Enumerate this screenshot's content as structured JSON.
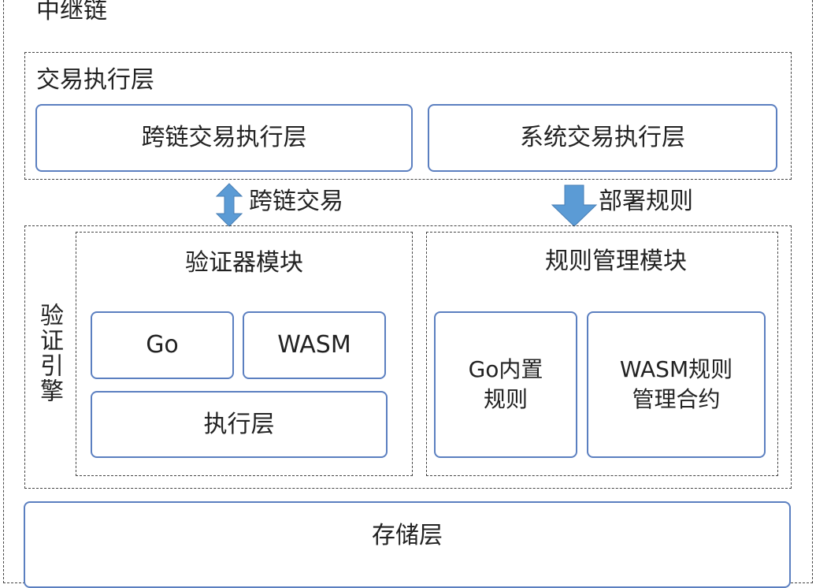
{
  "relay_chain": {
    "title": "中继链",
    "transaction_layer": {
      "title": "交易执行层",
      "boxes": [
        {
          "label": "跨链交易执行层"
        },
        {
          "label": "系统交易执行层"
        }
      ]
    },
    "connectors": [
      {
        "icon": "double-arrow-icon",
        "label": "跨链交易",
        "color": "#5b9bd5"
      },
      {
        "icon": "down-arrow-icon",
        "label": "部署规则",
        "color": "#5b9bd5"
      }
    ],
    "verification_engine": {
      "title": "验证引擎",
      "validator_module": {
        "title": "验证器模块",
        "items": [
          {
            "label": "Go"
          },
          {
            "label": "WASM"
          },
          {
            "label": "执行层"
          }
        ]
      },
      "rule_module": {
        "title": "规则管理模块",
        "items": [
          {
            "line1": "Go内置",
            "line2": "规则"
          },
          {
            "line1": "WASM规则",
            "line2": "管理合约"
          }
        ]
      }
    },
    "storage_layer": {
      "label": "存储层"
    }
  },
  "colors": {
    "box_border": "#5b7fc0",
    "arrow": "#5b9bd5",
    "dashed": "#444444"
  }
}
